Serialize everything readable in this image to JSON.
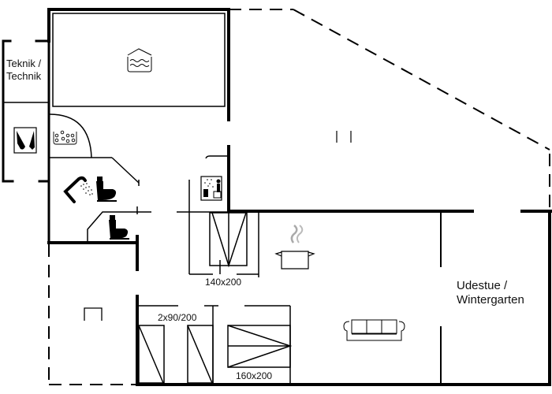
{
  "plan": {
    "type": "floor-plan",
    "colors": {
      "wall": "#000000",
      "dashed": "#000000",
      "fixture": "#111111",
      "steam": "#aaaaaa",
      "background": "#ffffff"
    }
  },
  "rooms": {
    "technik": {
      "line1": "Teknik /",
      "line2": "Technik"
    },
    "udestue": {
      "line1": "Udestue /",
      "line2": "Wintergarten"
    }
  },
  "beds": {
    "bed_140": "140x200",
    "bed_2x90": "2x90/200",
    "bed_160": "160x200"
  },
  "icons": [
    "pool-icon",
    "washing-machine-icon",
    "whirlpool-icon",
    "shower-icon",
    "toilet-icon",
    "sauna-icon",
    "kitchen-pot-icon",
    "sofa-icon",
    "fireplace-icon"
  ]
}
